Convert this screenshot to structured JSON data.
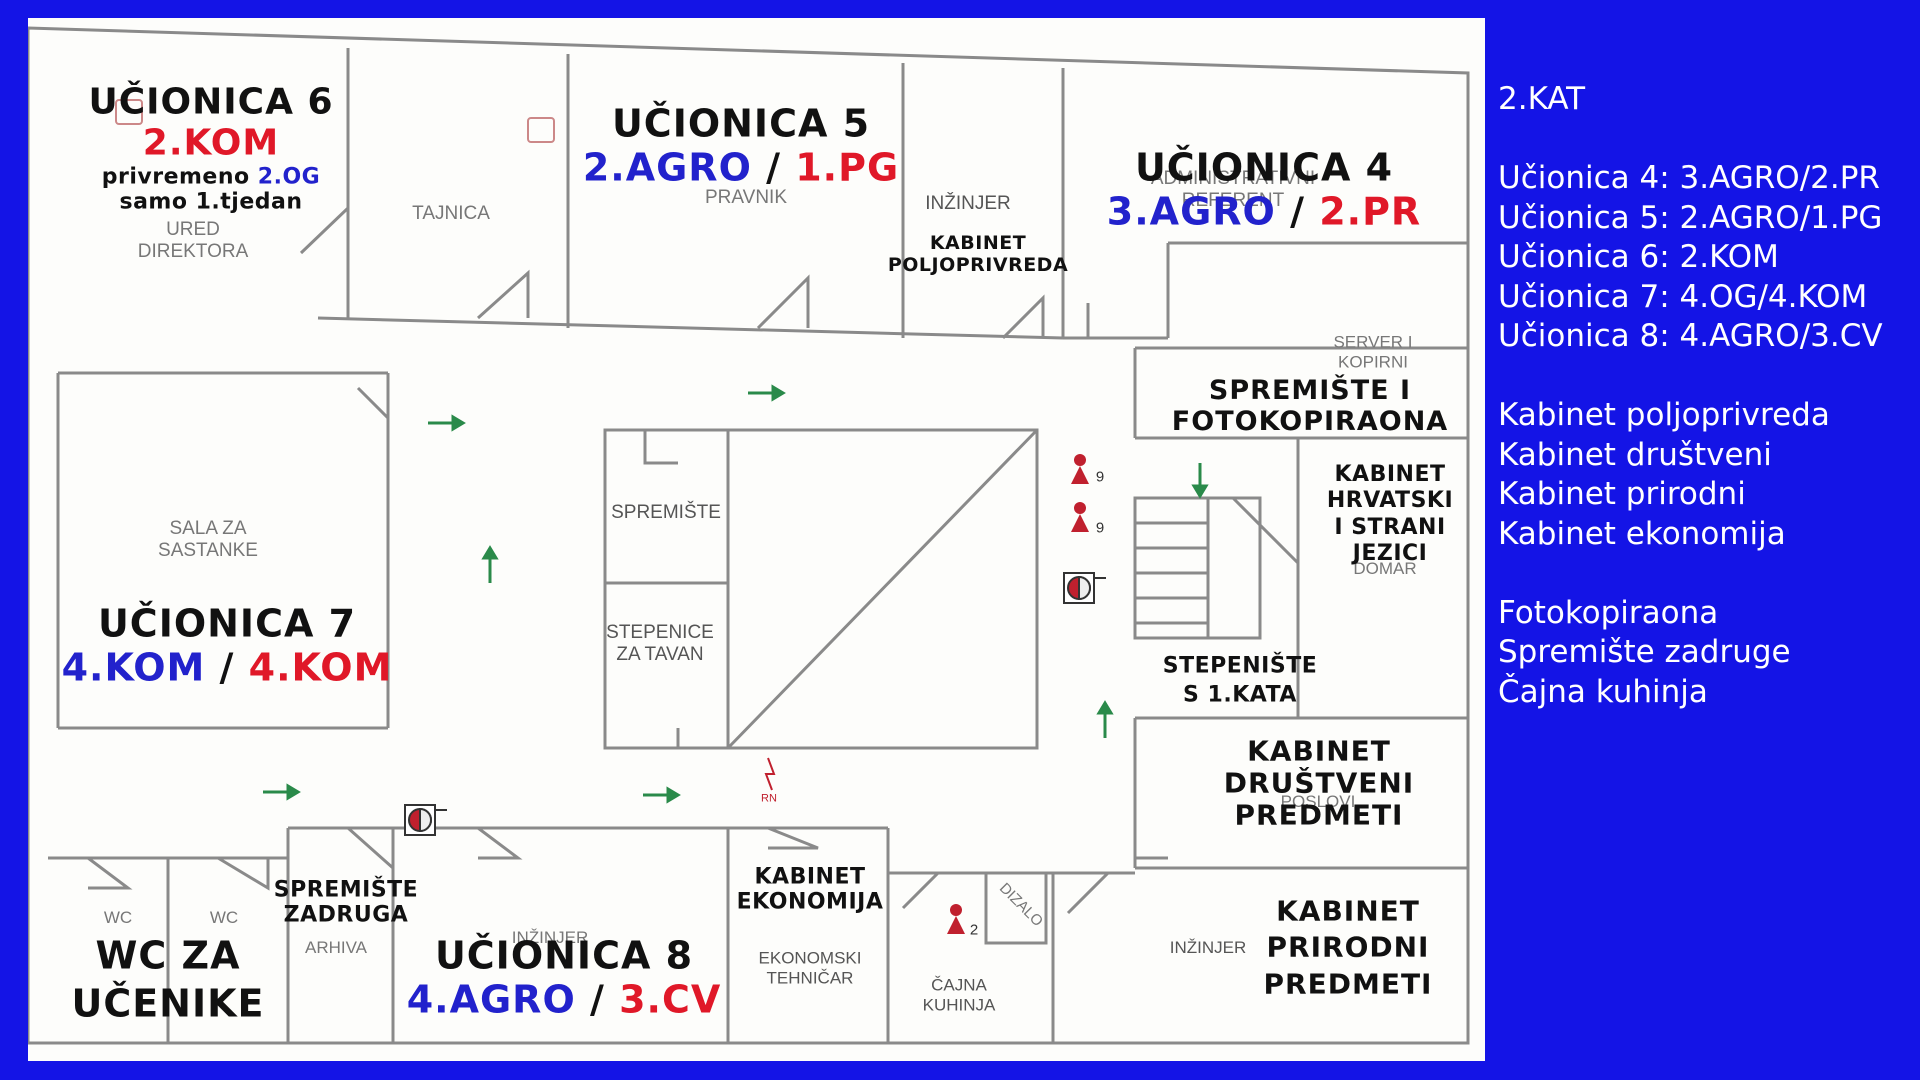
{
  "colors": {
    "background": "#1414e6",
    "paper": "#fdfdfb",
    "blue_label": "#2222cc",
    "red_label": "#e01828"
  },
  "plan": {
    "original_labels": {
      "ured_direktora": [
        "URED",
        "DIREKTORA"
      ],
      "tajnica": "TAJNICA",
      "pravnik": "PRAVNIK",
      "inzinjer_top": "INŽINJER",
      "administrativni": [
        "ADMINISTRATIVNI",
        "REFERENT"
      ],
      "server": [
        "SERVER I",
        "KOPIRNI"
      ],
      "sala": [
        "SALA ZA",
        "SASTANKE"
      ],
      "spremiste_mid": "SPREMIŠTE",
      "stepenice_tavan": [
        "STEPENICE",
        "ZA TAVAN"
      ],
      "domar": "DOMAR",
      "poslovi": "POSLOVI",
      "wc1": "WC",
      "wc2": "WC",
      "arhiva": "ARHIVA",
      "inzinjer_bottom": "INŽINJER",
      "ekonomski": [
        "EKONOMSKI",
        "TEHNIČAR"
      ],
      "dizalo": "DIZALO",
      "cajna_small": [
        "ČAJNA",
        "KUHINJA"
      ],
      "inzinjer_right": "INŽINJER",
      "rn": "RN",
      "marker_count_1": "9",
      "marker_count_2": "9",
      "marker_count_3": "2"
    },
    "rooms": {
      "u6": {
        "title": "UČIONICA 6",
        "class": "2.KOM",
        "note_prefix": "privremeno ",
        "note_class": "2.OG",
        "note2": "samo 1.tjedan"
      },
      "u5": {
        "title": "UČIONICA 5",
        "class_a": "2.AGRO",
        "sep": "/",
        "class_b": "1.PG"
      },
      "u4": {
        "title": "UČIONICA 4",
        "class_a": "3.AGRO",
        "sep": "/",
        "class_b": "2.PR"
      },
      "u7": {
        "title": "UČIONICA 7",
        "class_a": "4.KOM",
        "sep": "/",
        "class_b": "4.KOM"
      },
      "u8": {
        "title": "UČIONICA 8",
        "class_a": "4.AGRO",
        "sep": "/",
        "class_b": "3.CV"
      },
      "kab_poljo": [
        "KABINET",
        "POLJOPRIVREDA"
      ],
      "spremiste_foto": [
        "SPREMIŠTE I",
        "FOTOKOPIRAONA"
      ],
      "kab_hrv": [
        "KABINET",
        "HRVATSKI",
        "I STRANI",
        "JEZICI"
      ],
      "stepeniste": [
        "STEPENIŠTE",
        "S 1.KATA"
      ],
      "kab_drus": [
        "KABINET",
        "DRUŠTVENI",
        "PREDMETI"
      ],
      "kab_prir": [
        "KABINET",
        "PRIRODNI",
        "PREDMETI"
      ],
      "spremiste_zadruga": [
        "SPREMIŠTE",
        "ZADRUGA"
      ],
      "kab_eko": [
        "KABINET",
        "EKONOMIJA"
      ],
      "wc_ucenici": [
        "WC ZA",
        "UČENIKE"
      ]
    }
  },
  "sidebar": {
    "floor": "2.KAT",
    "classrooms": [
      "Učionica 4: 3.AGRO/2.PR",
      "Učionica 5: 2.AGRO/1.PG",
      "Učionica 6: 2.KOM",
      "Učionica 7: 4.OG/4.KOM",
      "Učionica 8: 4.AGRO/3.CV"
    ],
    "cabinets": [
      "Kabinet poljoprivreda",
      "Kabinet društveni",
      "Kabinet prirodni",
      "Kabinet ekonomija"
    ],
    "other": [
      "Fotokopiraona",
      "Spremište zadruge",
      "Čajna kuhinja"
    ]
  }
}
